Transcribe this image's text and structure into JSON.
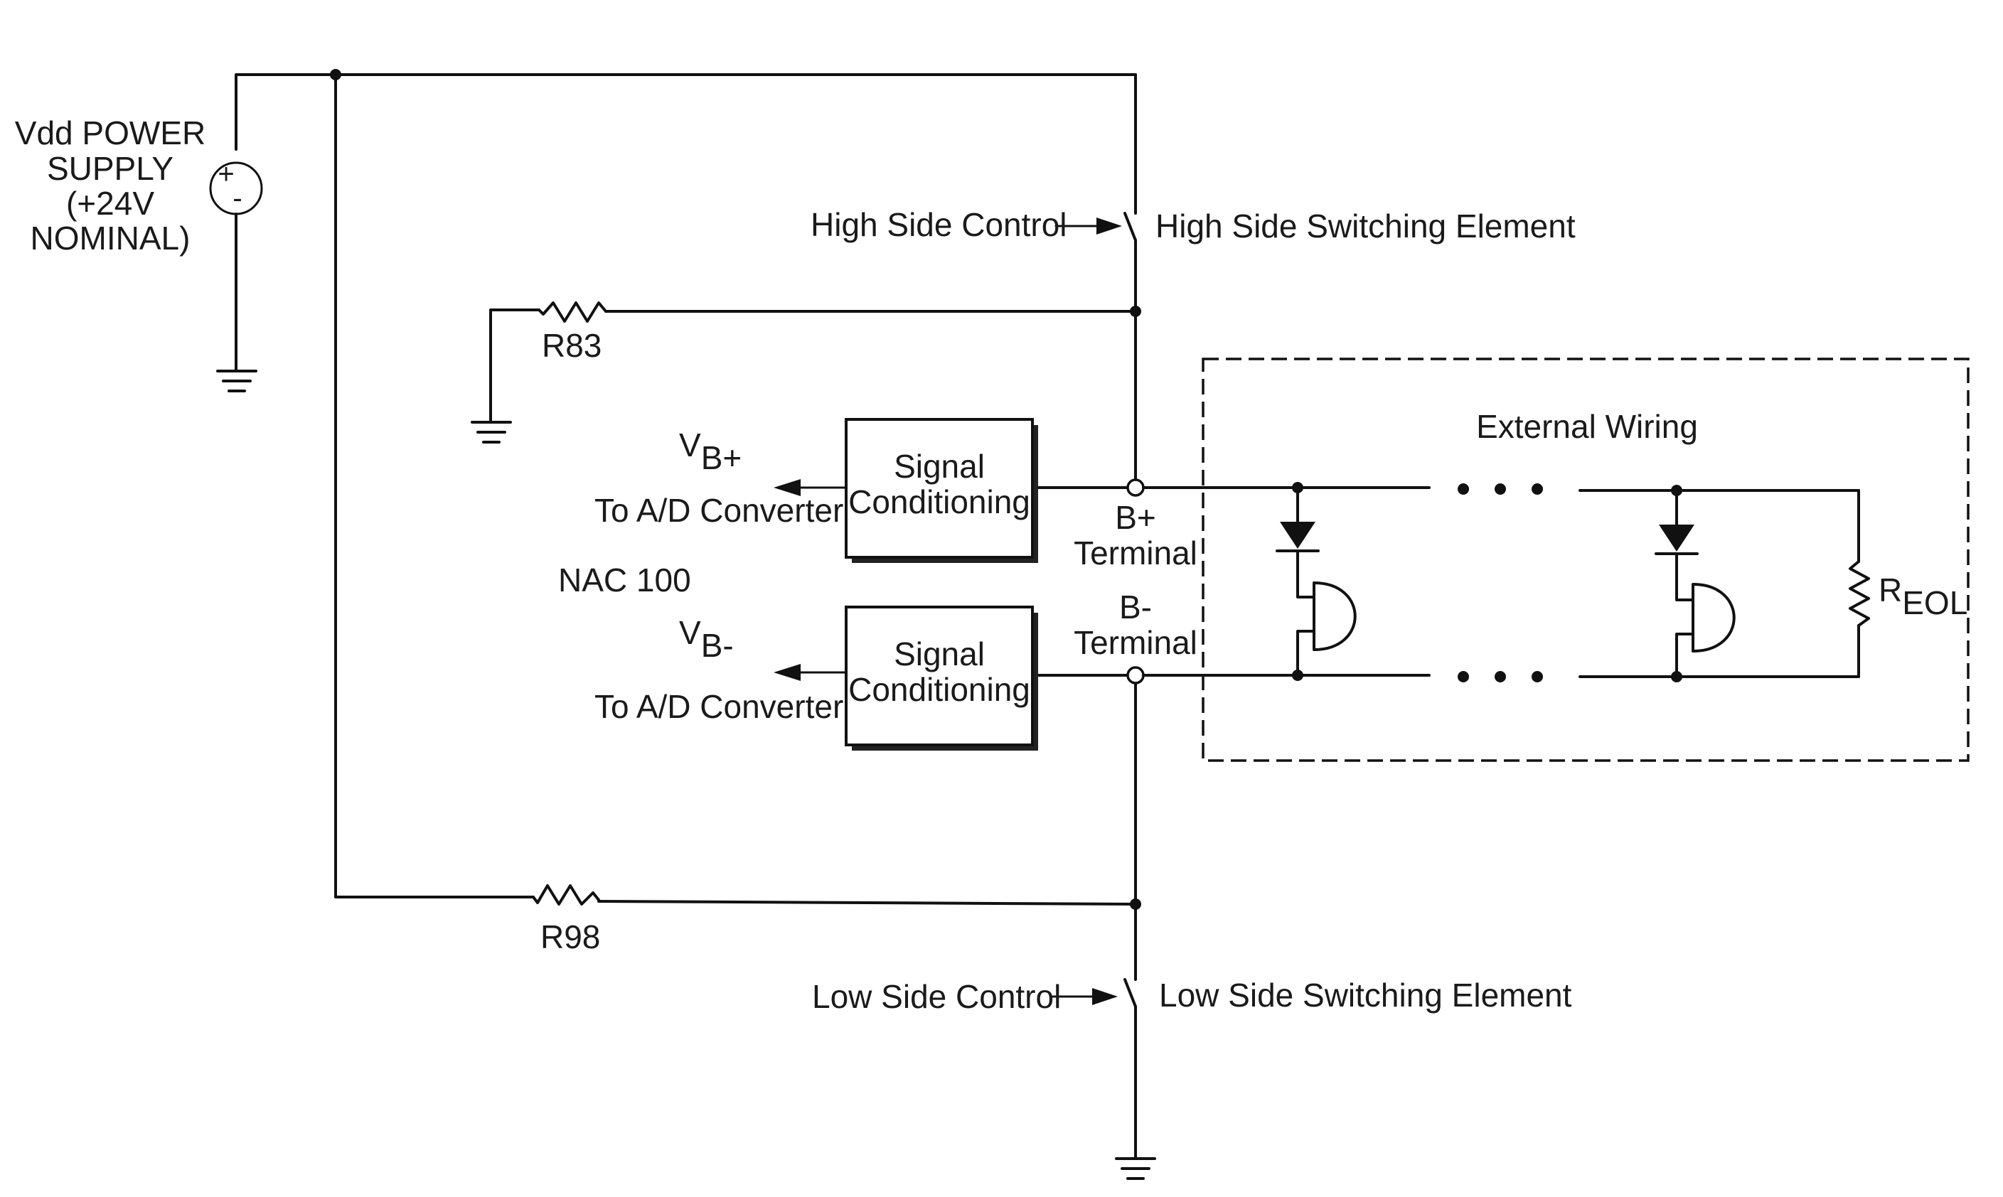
{
  "power_supply": {
    "label_line1": "Vdd POWER",
    "label_line2": "SUPPLY",
    "label_line3": "(+24V",
    "label_line4": "NOMINAL)",
    "plus": "+",
    "minus": "-"
  },
  "high_side": {
    "control_label": "High Side Control",
    "switch_label": "High Side Switching Element"
  },
  "low_side": {
    "control_label": "Low Side Control",
    "switch_label": "Low Side Switching Element"
  },
  "resistors": {
    "r83": "R83",
    "r98": "R98",
    "reol_main": "R",
    "reol_sub": "EOL"
  },
  "conditioning": {
    "top_line1": "Signal",
    "top_line2": "Conditioning",
    "bottom_line1": "Signal",
    "bottom_line2": "Conditioning"
  },
  "outputs": {
    "vb_plus_main": "V",
    "vb_plus_sub": "B+",
    "vb_plus_dest": "To A/D Converter",
    "vb_minus_main": "V",
    "vb_minus_sub": "B-",
    "vb_minus_dest": "To A/D Converter"
  },
  "terminals": {
    "b_plus_line1": "B+",
    "b_plus_line2": "Terminal",
    "b_minus_line1": "B-",
    "b_minus_line2": "Terminal"
  },
  "nac_label": "NAC 100",
  "external_wiring_label": "External Wiring"
}
